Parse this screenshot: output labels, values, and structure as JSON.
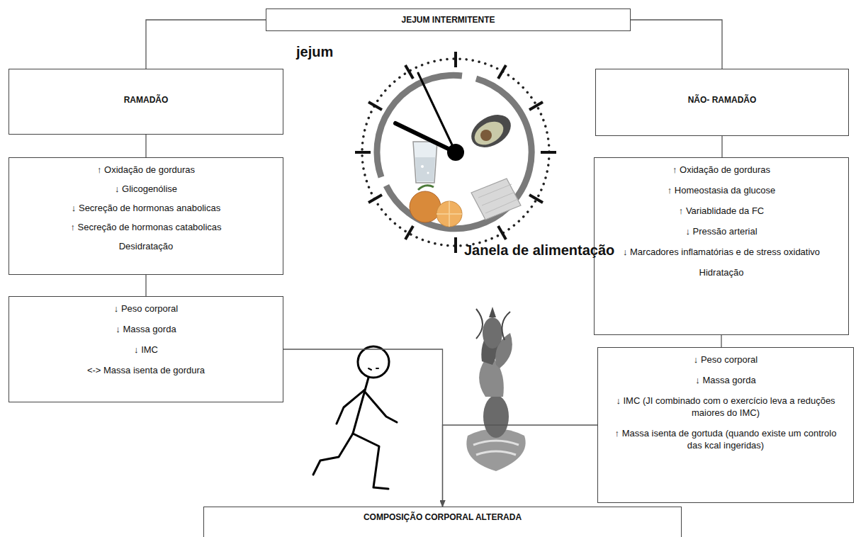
{
  "diagram": {
    "nodes": [
      {
        "text": [
          "JEJUM INTERMITENTE"
        ]
      },
      {
        "text": [
          "RAMADÃO"
        ]
      },
      {
        "text": [
          "NÃO- RAMADÃO"
        ]
      },
      {
        "text": [
          "↑ Oxidação de gorduras",
          "↓ Glicogenólise",
          "↓ Secreção de hormonas anabolicas",
          "↑ Secreção de hormonas catabolicas",
          "Desidratação"
        ]
      },
      {
        "text": [
          "↑ Oxidação de gorduras",
          "↑ Homeostasia da glucose",
          "↑ Variablidade da FC",
          "↓ Pressão arterial",
          "↓ Marcadores inflamatórias e de stress oxidativo",
          "Hidratação"
        ]
      },
      {
        "text": [
          "↓ Peso corporal",
          "↓ Massa gorda",
          "↓ IMC",
          "<-> Massa isenta de gordura"
        ]
      },
      {
        "text": [
          "↓ Peso corporal",
          "↓ Massa gorda",
          "↓ IMC (JI combinado com o exercício leva a reduções maiores do IMC)",
          "↑ Massa isenta de gortuda (quando existe um controlo das kcal ingeridas)"
        ]
      },
      {
        "text": [
          "COMPOSIÇÃO CORPORAL ALTERADA"
        ]
      }
    ],
    "edges": [
      {
        "from": 0,
        "to": 1,
        "arrow": "none"
      },
      {
        "from": 0,
        "to": 2,
        "arrow": "none"
      },
      {
        "from": 1,
        "to": 3,
        "arrow": "none"
      },
      {
        "from": 2,
        "to": 4,
        "arrow": "none"
      },
      {
        "from": 3,
        "to": 5,
        "arrow": "none"
      },
      {
        "from": 4,
        "to": 6,
        "arrow": "none"
      },
      {
        "from": 5,
        "to": 7,
        "arrow": "to"
      },
      {
        "from": 6,
        "to": 7,
        "arrow": "to"
      }
    ],
    "labels": [
      "jejum",
      "Janela de alimentação"
    ]
  }
}
